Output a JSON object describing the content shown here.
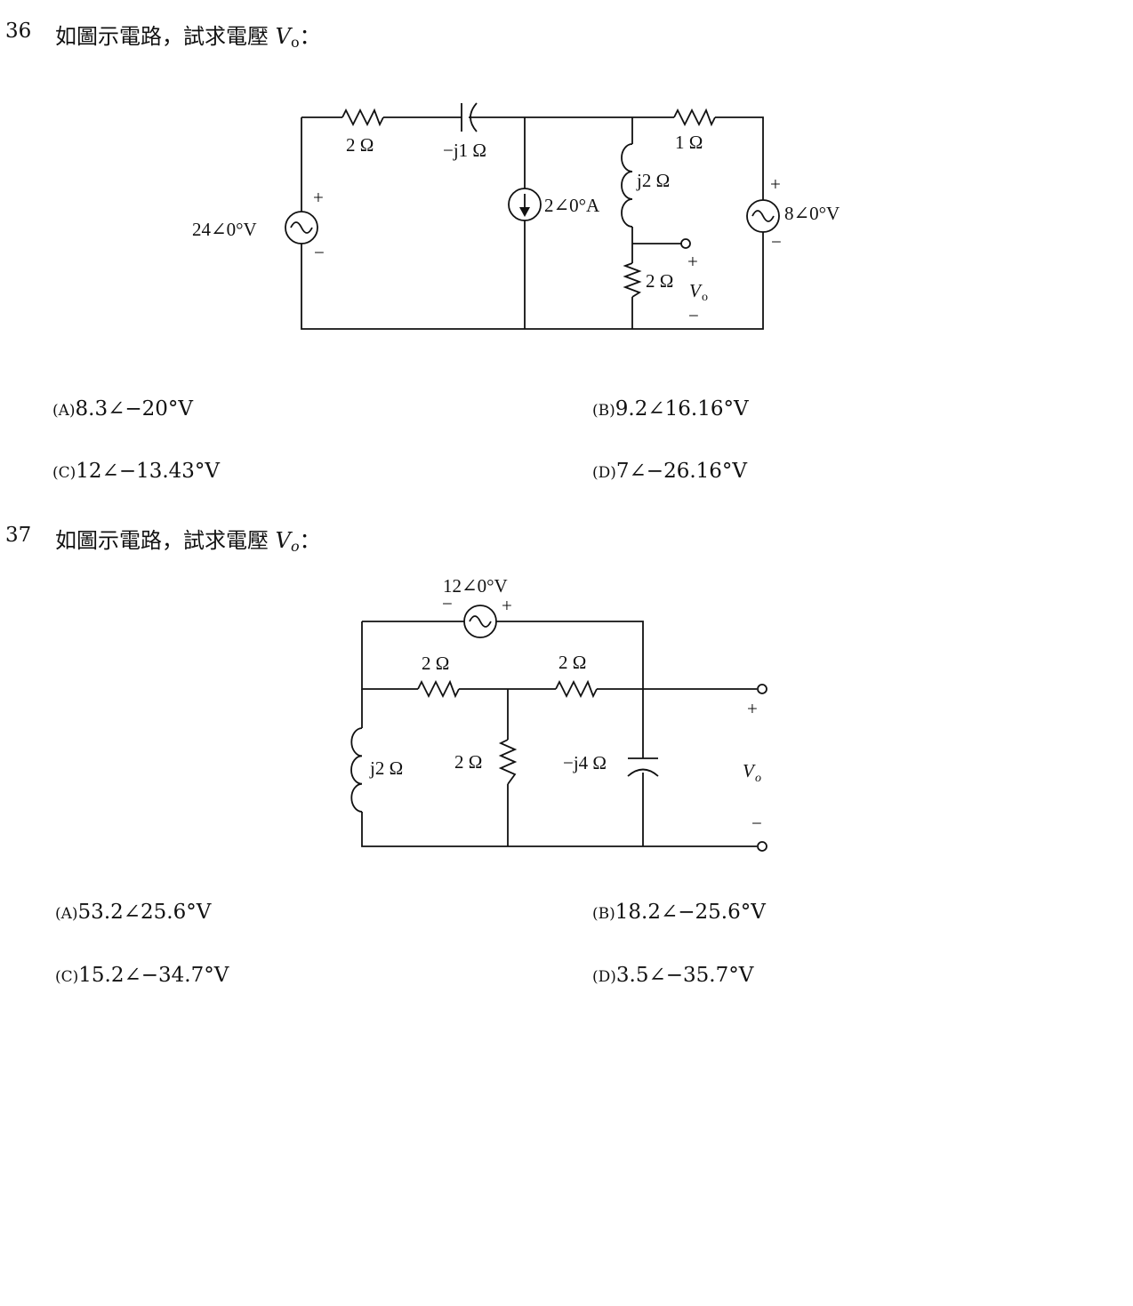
{
  "questions": [
    {
      "number": "36",
      "prompt": "如圖示電路，試求電壓",
      "var": "V",
      "var_sub": "o",
      "colon": "：",
      "circuit_labels": {
        "r1": "2 Ω",
        "cap": "−j1 Ω",
        "r2": "1 Ω",
        "ind": "j2 Ω",
        "isrc": "2∠0°A",
        "vsrc_left": "24∠0°V",
        "vsrc_right": "8∠0°V",
        "r3": "2 Ω",
        "out_var": "V",
        "out_sub": "o",
        "plus": "+",
        "minus": "−"
      },
      "options": [
        {
          "label": "(A)",
          "text": "8.3∠−20°V"
        },
        {
          "label": "(B)",
          "text": "9.2∠16.16°V"
        },
        {
          "label": "(C)",
          "text": "12∠−13.43°V"
        },
        {
          "label": "(D)",
          "text": "7∠−26.16°V"
        }
      ]
    },
    {
      "number": "37",
      "prompt": "如圖示電路，試求電壓",
      "var": "V",
      "var_sub": "o",
      "colon": "：",
      "circuit_labels": {
        "vsrc": "12∠0°V",
        "r_top_left": "2 Ω",
        "r_top_right": "2 Ω",
        "ind": "j2 Ω",
        "r_mid": "2 Ω",
        "cap": "−j4 Ω",
        "out_var": "V",
        "out_sub": "o",
        "plus": "+",
        "minus": "−"
      },
      "options": [
        {
          "label": "(A)",
          "text": "53.2∠25.6°V"
        },
        {
          "label": "(B)",
          "text": "18.2∠−25.6°V"
        },
        {
          "label": "(C)",
          "text": "15.2∠−34.7°V"
        },
        {
          "label": "(D)",
          "text": "3.5∠−35.7°V"
        }
      ]
    }
  ]
}
